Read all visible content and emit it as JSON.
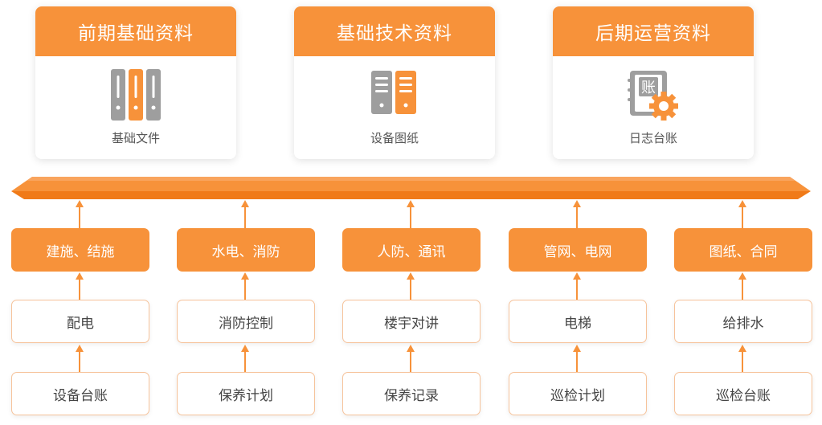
{
  "categories": [
    {
      "title": "前期基础资料",
      "label": "基础文件",
      "icon": "binders-icon"
    },
    {
      "title": "基础技术资料",
      "label": "设备图纸",
      "icon": "drawings-icon"
    },
    {
      "title": "后期运营资料",
      "label": "日志台账",
      "icon": "ledger-gear-icon",
      "icon_text": "账"
    }
  ],
  "columns": [
    {
      "top": "建施、结施",
      "middle": "配电",
      "bottom": "设备台账"
    },
    {
      "top": "水电、消防",
      "middle": "消防控制",
      "bottom": "保养计划"
    },
    {
      "top": "人防、通讯",
      "middle": "楼宇对讲",
      "bottom": "保养记录"
    },
    {
      "top": "管网、电网",
      "middle": "电梯",
      "bottom": "巡检计划"
    },
    {
      "top": "图纸、合同",
      "middle": "给排水",
      "bottom": "巡检台账"
    }
  ],
  "colors": {
    "accent": "#f7923a",
    "accent_dark": "#f07a18",
    "gray": "#9e9e9e",
    "border": "#f6c39b"
  }
}
